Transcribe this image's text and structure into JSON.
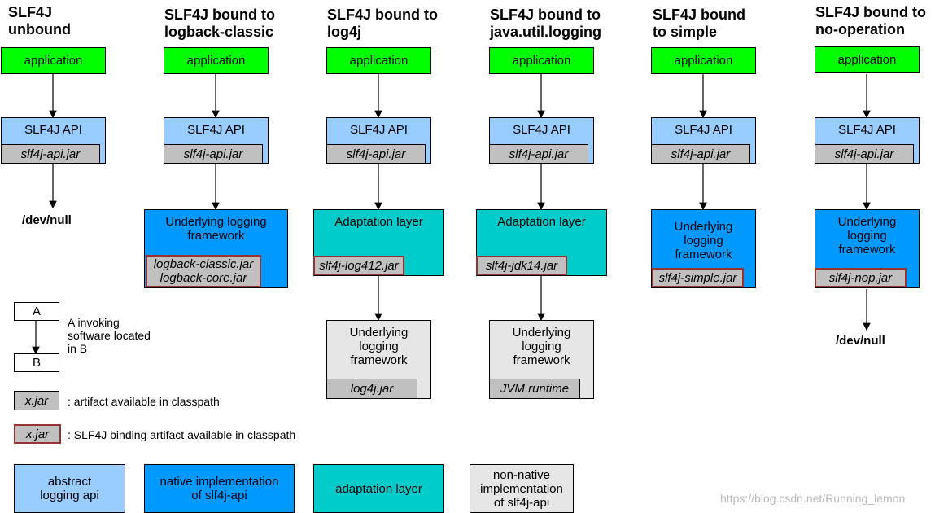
{
  "columns": [
    {
      "title": "SLF4J\nunbound",
      "application": "application",
      "api": "SLF4J API",
      "api_jar": "slf4j-api.jar",
      "devnull": "/dev/null"
    },
    {
      "title": "SLF4J bound to\nlogback-classic",
      "application": "application",
      "api": "SLF4J API",
      "api_jar": "slf4j-api.jar",
      "framework": "Underlying logging\nframework",
      "framework_jar": "logback-classic.jar\nlogback-core.jar"
    },
    {
      "title": "SLF4J bound to\nlog4j",
      "application": "application",
      "api": "SLF4J API",
      "api_jar": "slf4j-api.jar",
      "adaptation": "Adaptation layer",
      "adaptation_jar": "slf4j-log412.jar",
      "framework": "Underlying\nlogging\nframework",
      "framework_jar": "log4j.jar"
    },
    {
      "title": "SLF4J bound to\njava.util.logging",
      "application": "application",
      "api": "SLF4J API",
      "api_jar": "slf4j-api.jar",
      "adaptation": "Adaptation layer",
      "adaptation_jar": "slf4j-jdk14.jar",
      "framework": "Underlying\nlogging\nframework",
      "framework_jar": "JVM runtime"
    },
    {
      "title": "SLF4J bound\nto simple",
      "application": "application",
      "api": "SLF4J API",
      "api_jar": "slf4j-api.jar",
      "framework": "Underlying\nlogging\nframework",
      "framework_jar": "slf4j-simple.jar"
    },
    {
      "title": "SLF4J bound to\nno-operation",
      "application": "application",
      "api": "SLF4J API",
      "api_jar": "slf4j-api.jar",
      "framework": "Underlying\nlogging\nframework",
      "framework_jar": "slf4j-nop.jar",
      "devnull": "/dev/null"
    }
  ],
  "legend": {
    "a_label": "A",
    "b_label": "B",
    "invoke_text": "A invoking\nsoftware located\nin B",
    "jar_label": "x.jar",
    "artifact_text": ": artifact available in classpath",
    "binding_jar_label": "x.jar",
    "binding_text": ": SLF4J binding artifact available in classpath"
  },
  "color_key": [
    {
      "label": "abstract\nlogging api",
      "color": "#99ccff"
    },
    {
      "label": "native implementation\nof slf4j-api",
      "color": "#0099ff"
    },
    {
      "label": "adaptation layer",
      "color": "#00cccc"
    },
    {
      "label": "non-native\nimplementation\nof slf4j-api",
      "color": "#e6e6e6"
    }
  ],
  "watermark": "https://blog.csdn.net/Running_lemon"
}
